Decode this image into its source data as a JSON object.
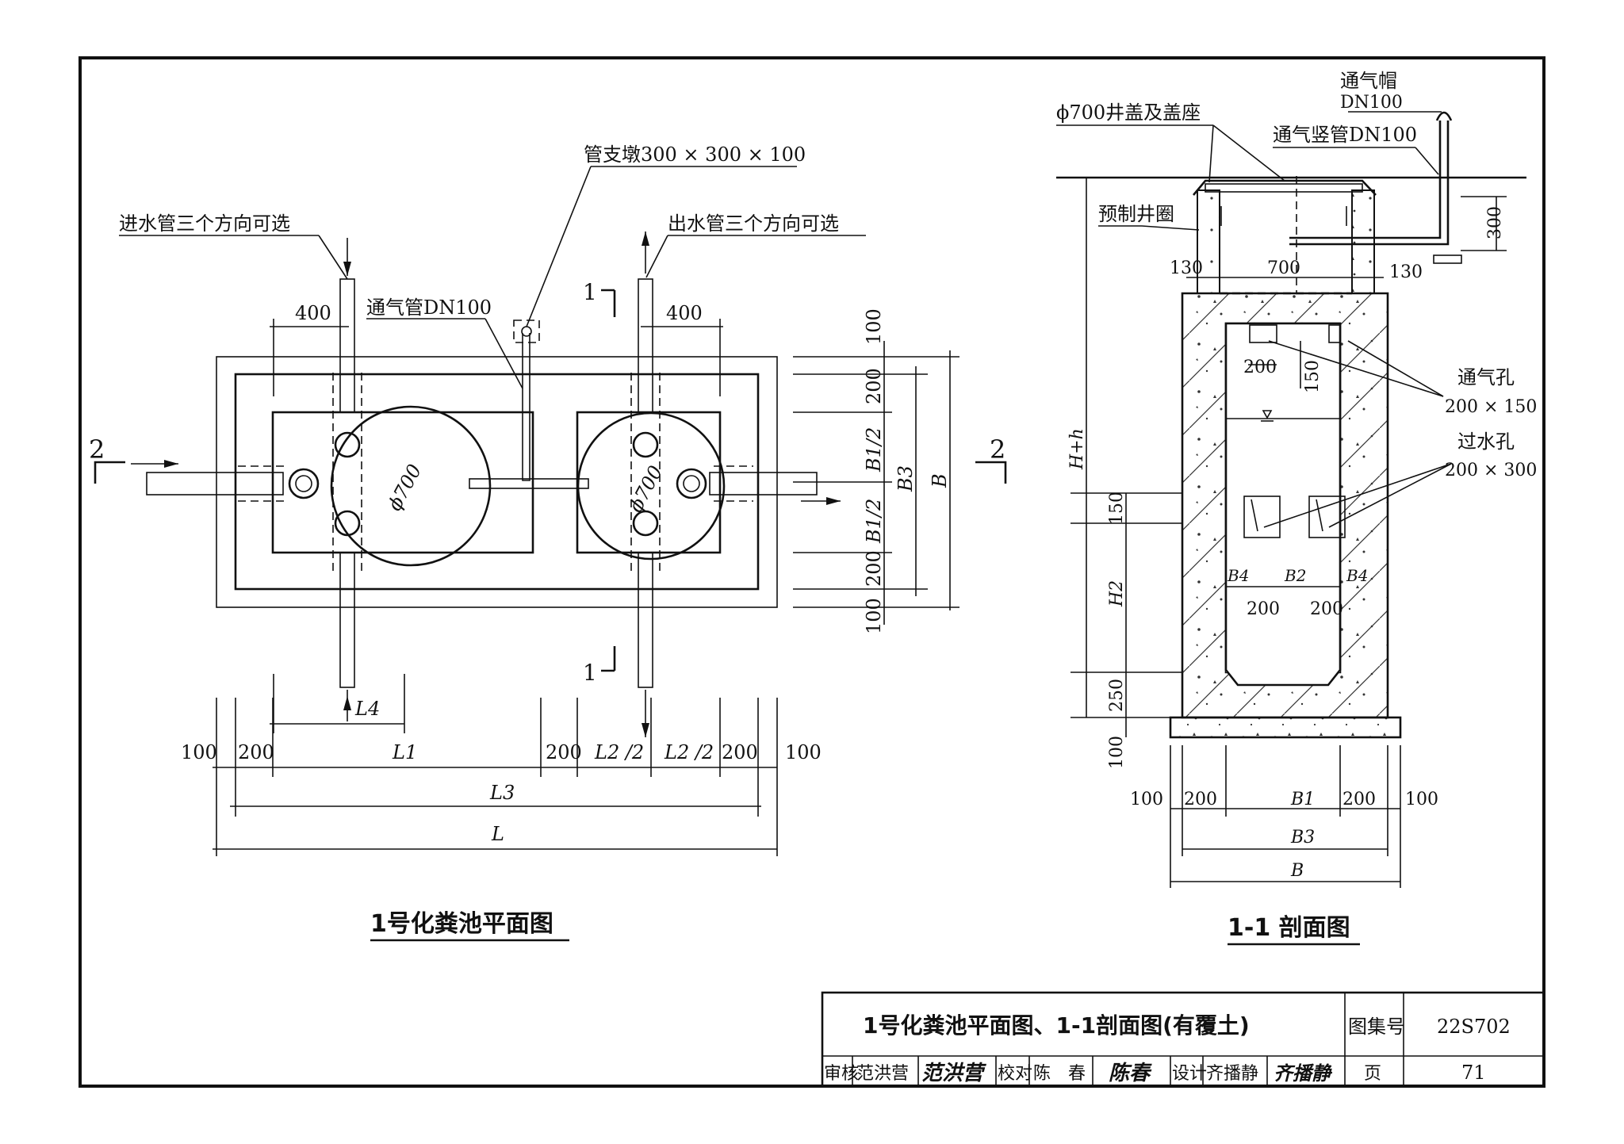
{
  "plan": {
    "inlet_note": "进水管三个方向可选",
    "outlet_note": "出水管三个方向可选",
    "support_note": "管支墩300 × 300 × 100",
    "vent_note": "通气管DN100",
    "dim_400a": "400",
    "dim_400b": "400",
    "phi_a": "ϕ700",
    "phi_b": "ϕ700",
    "sec1_top": "1",
    "sec1_bot": "1",
    "sec2_left": "2",
    "sec2_right": "2",
    "r_100a": "100",
    "r_200a": "200",
    "r_b1a": "B1/2",
    "r_b1b": "B1/2",
    "r_200b": "200",
    "r_100b": "100",
    "r_b3": "B3",
    "r_b": "B",
    "l4": "L4",
    "b_100a": "100",
    "b_200a": "200",
    "l1": "L1",
    "b_200b": "200",
    "l2a": "L2 /2",
    "l2b": "L2 /2",
    "b_200c": "200",
    "b_100b": "100",
    "l3": "L3",
    "l": "L",
    "title": "1号化粪池平面图"
  },
  "section": {
    "cap_note": "通气帽",
    "cap_size": "DN100",
    "cover_note": "ϕ700井盖及盖座",
    "riser_note": "通气竖管DN100",
    "ring_note": "预制井圈",
    "d130a": "130",
    "d700": "700",
    "d130b": "130",
    "d300": "300",
    "d200": "200",
    "d150": "150",
    "vent_hole": "通气孔",
    "vent_hole_size": "200 × 150",
    "water_hole": "过水孔",
    "water_hole_size": "200 × 300",
    "hh": "H+h",
    "l150": "150",
    "h2": "H2",
    "l250": "250",
    "l100": "100",
    "b4a": "B4",
    "b2": "B2",
    "b4b": "B4",
    "w200a": "200",
    "w200b": "200",
    "b_100a": "100",
    "b_200a": "200",
    "b1": "B1",
    "b_200b": "200",
    "b_100b": "100",
    "b3": "B3",
    "b": "B",
    "title": "1-1  剖面图"
  },
  "titleblock": {
    "title": "1号化粪池平面图、1-1剖面图(有覆土)",
    "atlas_label": "图集号",
    "atlas_no": "22S702",
    "review_label": "审核",
    "reviewer": "范洪营",
    "reviewer_sig": "范洪营",
    "check_label": "校对",
    "checker": "陈　春",
    "checker_sig": "陈春",
    "design_label": "设计",
    "designer": "齐播静",
    "designer_sig": "齐播静",
    "page_label": "页",
    "page_no": "71"
  }
}
